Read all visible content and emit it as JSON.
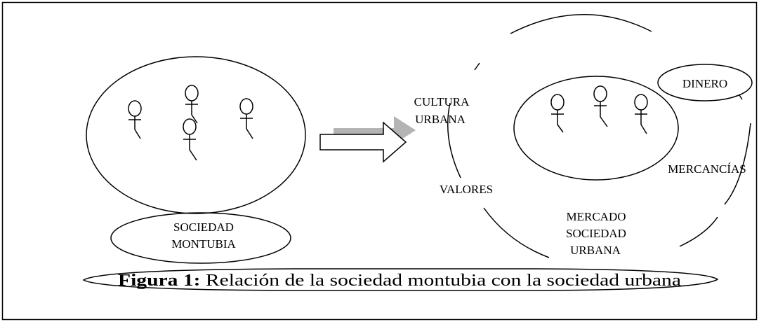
{
  "left_group": {
    "label_line1": "SOCIEDAD",
    "label_line2": "MONTUBIA"
  },
  "right_group": {
    "cultura_line1": "CULTURA",
    "cultura_line2": "URBANA",
    "valores": "VALORES",
    "dinero": "DINERO",
    "mercancias": "MERCANCÍAS",
    "mercado_line1": "MERCADO",
    "mercado_line2": "SOCIEDAD",
    "mercado_line3": "URBANA"
  },
  "caption": {
    "prefix": "Figura 1:",
    "text": " Relación de la sociedad montubia con la sociedad urbana"
  },
  "colors": {
    "arrow_shadow": "#b4b4b4",
    "stroke": "#000000"
  }
}
